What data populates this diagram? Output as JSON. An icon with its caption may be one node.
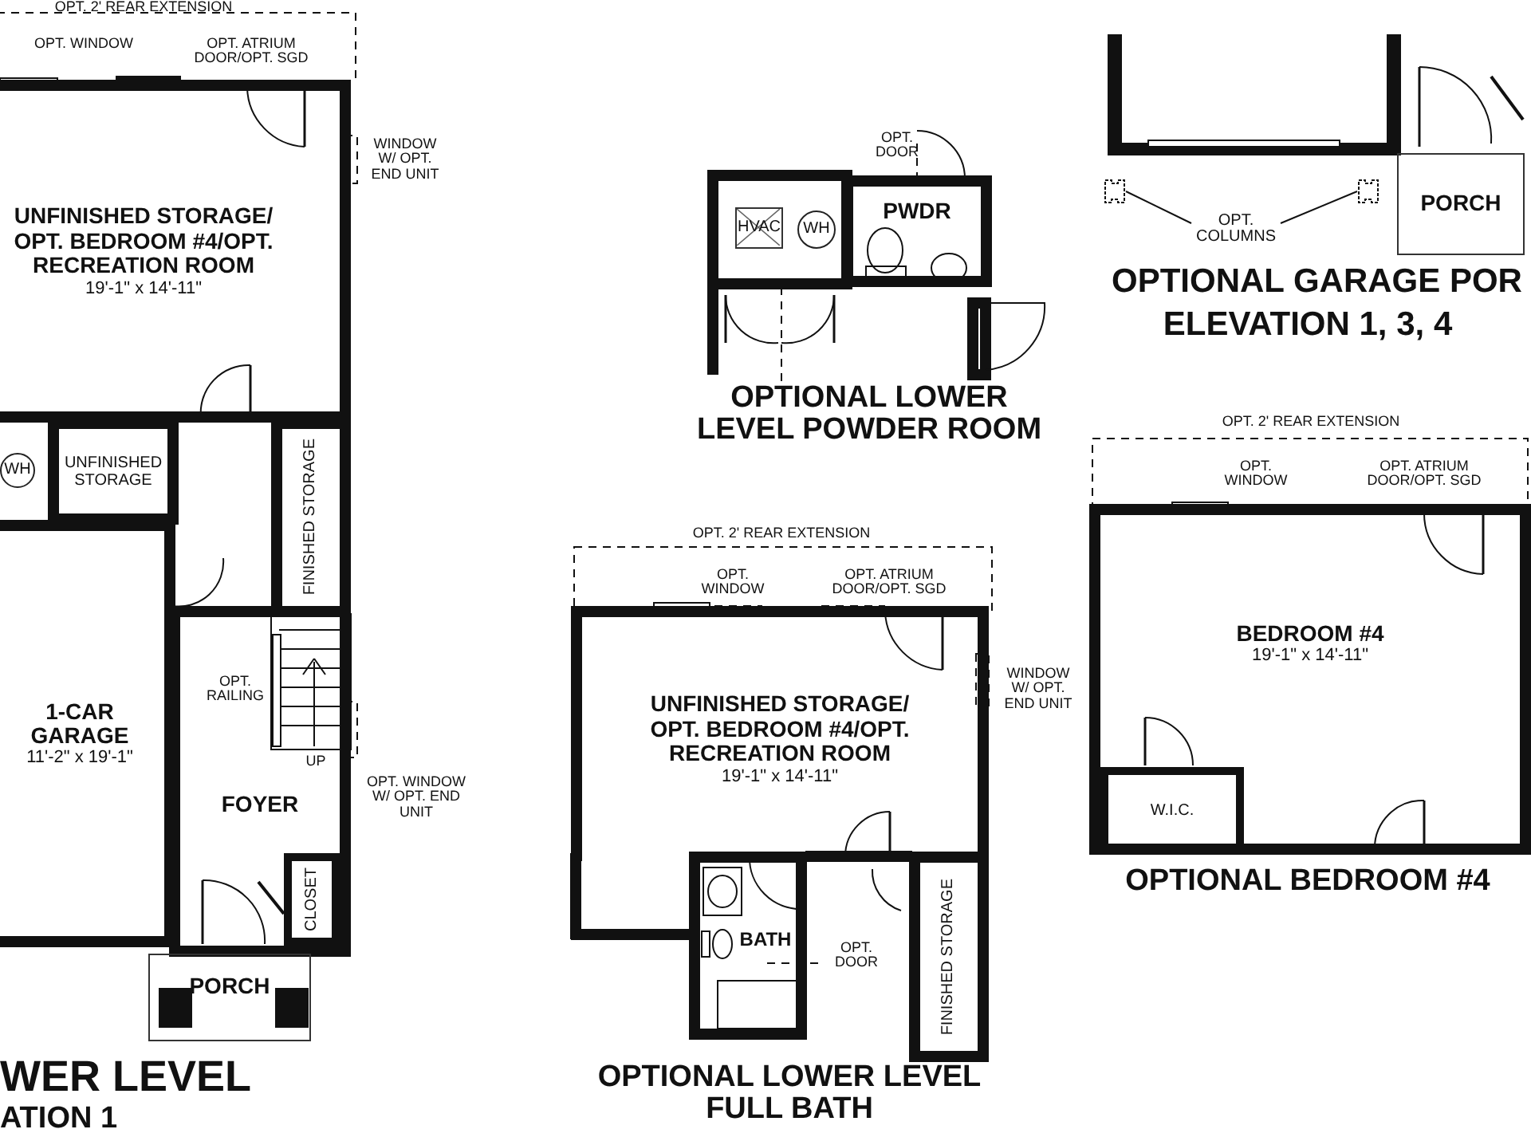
{
  "diagram": {
    "nodes": [
      {
        "text": [
          "UNFINISHED STORAGE/ OPT. BEDROOM #4/OPT. RECREATION ROOM",
          "19'-1\" x 14'-11\""
        ]
      },
      {
        "text": [
          "WH"
        ]
      },
      {
        "text": [
          "UNFINISHED STORAGE"
        ]
      },
      {
        "text": [
          "FINISHED STORAGE"
        ]
      },
      {
        "text": [
          "1-CAR GARAGE",
          "11'-2\" x 19'-1\""
        ]
      },
      {
        "text": [
          "FOYER"
        ]
      },
      {
        "text": [
          "CLOSET"
        ],
        "in": 5
      },
      {
        "text": [
          "PORCH"
        ]
      },
      {
        "text": [
          "HVAC"
        ]
      },
      {
        "text": [
          "WH"
        ]
      },
      {
        "text": [
          "PWDR"
        ]
      },
      {
        "text": [
          "UNFINISHED STORAGE/ OPT. BEDROOM #4/OPT. RECREATION ROOM",
          "19'-1\" x 14'-11\""
        ]
      },
      {
        "text": [
          "BATH"
        ]
      },
      {
        "text": [
          "FINISHED STORAGE"
        ]
      },
      {
        "text": [
          "PORCH"
        ]
      },
      {
        "text": [
          "BEDROOM #4",
          "19'-1\" x 14'-11\""
        ]
      },
      {
        "text": [
          "W.I.C."
        ],
        "in": 15
      },
      {
        "text": [
          "OPT. COLUMNS"
        ]
      },
      {
        "text": [],
        "shape": "picture"
      },
      {
        "text": [],
        "shape": "picture"
      }
    ],
    "edges": [
      {
        "from": 17,
        "to": 18,
        "arrow": "none"
      },
      {
        "from": 17,
        "to": 19,
        "arrow": "none"
      }
    ],
    "labels": [
      "OPT. 2' REAR EXTENSION",
      "OPT. WINDOW",
      "OPT. ATRIUM DOOR/OPT. SGD",
      "WINDOW W/ OPT. END UNIT",
      "OPT. RAILING",
      "UP",
      "OPT. WINDOW W/ OPT. END UNIT",
      "WER LEVEL",
      "ATION 1",
      "OPT. DOOR",
      "OPTIONAL LOWER LEVEL POWDER ROOM",
      "OPT. 2' REAR EXTENSION",
      "OPT. WINDOW",
      "OPT. ATRIUM DOOR/OPT. SGD",
      "WINDOW W/ OPT. END UNIT",
      "OPT. DOOR",
      "OPTIONAL LOWER LEVEL FULL BATH",
      "OPTIONAL GARAGE POR",
      "ELEVATION 1, 3, 4",
      "OPT. 2' REAR EXTENSION",
      "OPT. WINDOW",
      "OPT. ATRIUM DOOR/OPT. SGD",
      "OPTIONAL BEDROOM #4"
    ]
  }
}
